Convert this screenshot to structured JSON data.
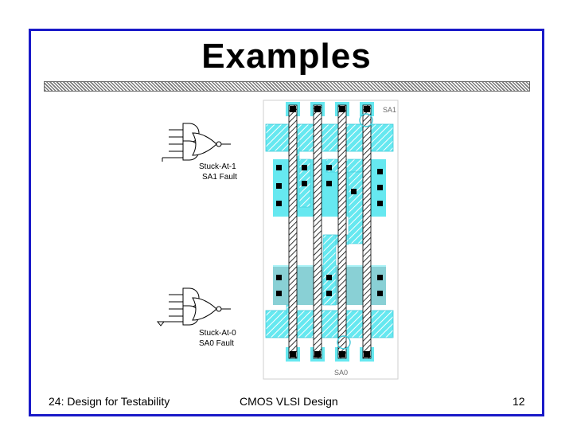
{
  "slide": {
    "title": "Examples",
    "footer_left": "24: Design for Testability",
    "footer_center": "CMOS VLSI Design",
    "footer_right": "12"
  },
  "figure": {
    "sa1_line1": "Stuck-At-1",
    "sa1_line2": "SA1 Fault",
    "sa0_line1": "Stuck-At-0",
    "sa0_line2": "SA0 Fault",
    "layout_sa1_tag": "SA1",
    "layout_sa0_tag": "SA0"
  },
  "colors": {
    "frame": "#1a1ac8",
    "diffusion": "#66e8f0",
    "contact": "#000000",
    "well": "#b4b4b4"
  }
}
